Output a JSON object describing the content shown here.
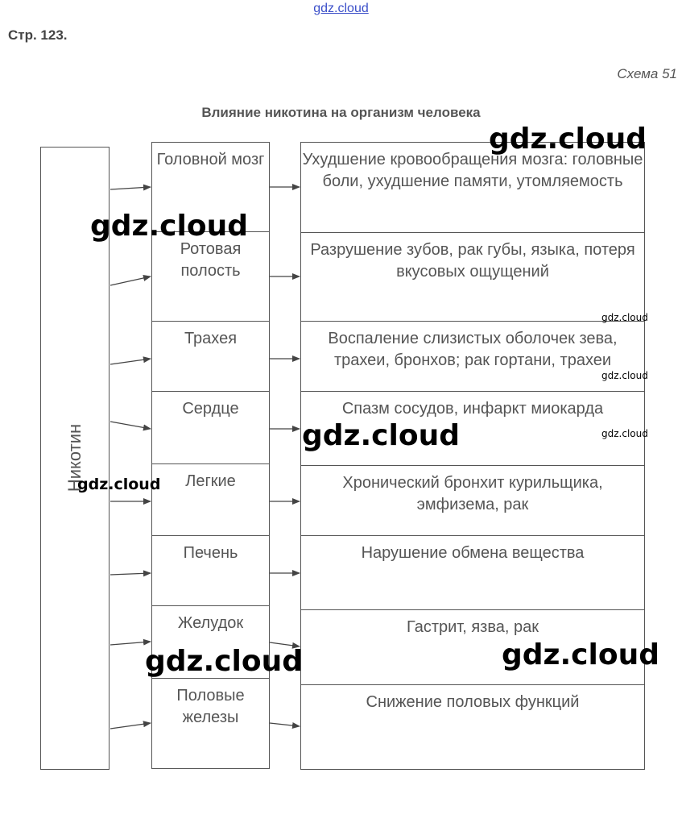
{
  "header": {
    "site_link": "gdz.cloud",
    "page_ref": "Стр. 123.",
    "scheme_number": "Схема 51"
  },
  "diagram": {
    "title": "Влияние никотина на организм человека",
    "source": "Никотин",
    "rows": [
      {
        "organ": "Головной мозг",
        "effect": "Ухудшение кровообращения мозга: головные боли, ухудшение памяти, утомляемость"
      },
      {
        "organ": "Ротовая полость",
        "effect": "Разрушение зубов, рак губы, языка, потеря вкусовых ощущений"
      },
      {
        "organ": "Трахея",
        "effect": "Воспаление слизистых оболочек зева, трахеи, бронхов; рак гортани, трахеи"
      },
      {
        "organ": "Сердце",
        "effect": "Спазм сосудов, инфаркт миокарда"
      },
      {
        "organ": "Легкие",
        "effect": "Хронический бронхит курильщика, эмфизема, рак"
      },
      {
        "organ": "Печень",
        "effect": "Нарушение обмена вещества"
      },
      {
        "organ": "Желудок",
        "effect": "Гастрит, язва, рак"
      },
      {
        "organ": "Половые железы",
        "effect": "Снижение половых функций"
      }
    ]
  },
  "watermarks": {
    "big": "gdz.cloud",
    "mid": "gdz.cloud",
    "small": "gdz.cloud"
  }
}
